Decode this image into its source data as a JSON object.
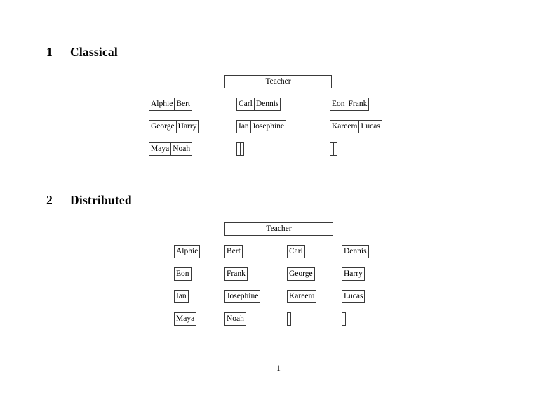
{
  "document": {
    "page_number": "1"
  },
  "sections": [
    {
      "number": "1",
      "title": "Classical",
      "root_label": "Teacher",
      "layout": "grouped-pairs",
      "groups": [
        {
          "name": "group-left",
          "rows": [
            {
              "cells": [
                "Alphie",
                "Bert"
              ]
            },
            {
              "cells": [
                "George",
                "Harry"
              ]
            },
            {
              "cells": [
                "Maya",
                "Noah"
              ]
            }
          ]
        },
        {
          "name": "group-middle",
          "rows": [
            {
              "cells": [
                "Carl",
                "Dennis"
              ]
            },
            {
              "cells": [
                "Ian",
                "Josephine"
              ]
            },
            {
              "cells": [
                "",
                ""
              ]
            }
          ]
        },
        {
          "name": "group-right",
          "rows": [
            {
              "cells": [
                "Eon",
                "Frank"
              ]
            },
            {
              "cells": [
                "Kareem",
                "Lucas"
              ]
            },
            {
              "cells": [
                "",
                ""
              ]
            }
          ]
        }
      ]
    },
    {
      "number": "2",
      "title": "Distributed",
      "root_label": "Teacher",
      "layout": "independent-boxes",
      "rows": [
        {
          "cells": [
            "Alphie",
            "Bert",
            "Carl",
            "Dennis"
          ]
        },
        {
          "cells": [
            "Eon",
            "Frank",
            "George",
            "Harry"
          ]
        },
        {
          "cells": [
            "Ian",
            "Josephine",
            "Kareem",
            "Lucas"
          ]
        },
        {
          "cells": [
            "Maya",
            "Noah",
            "",
            ""
          ]
        }
      ]
    }
  ],
  "colors": {
    "page_background": "#ffffff",
    "text": "#000000",
    "box_border": "#3a3a3a"
  }
}
